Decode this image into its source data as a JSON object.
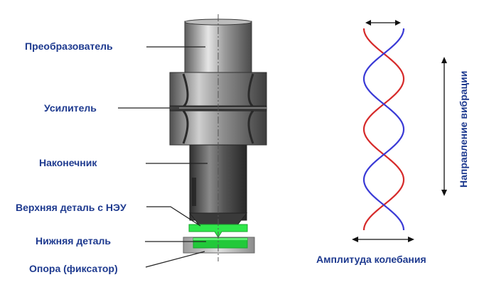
{
  "labels": {
    "transducer": "Преобразователь",
    "booster": "Усилитель",
    "horn": "Наконечник",
    "upper_part": "Верхняя деталь с НЭУ",
    "lower_part": "Нижняя деталь",
    "support": "Опора (фиксатор)",
    "vibration_direction": "Направление вибрации",
    "amplitude": "Амплитуда колебания"
  },
  "colors": {
    "label_text": "#1e3a8f",
    "wave_red": "#d62a2a",
    "wave_blue": "#3a3ad6",
    "part_green": "#2fe84a",
    "part_green_dark": "#1aa52e",
    "metal_dark": "#4a4a4a",
    "metal_light": "#d8d8d8"
  }
}
